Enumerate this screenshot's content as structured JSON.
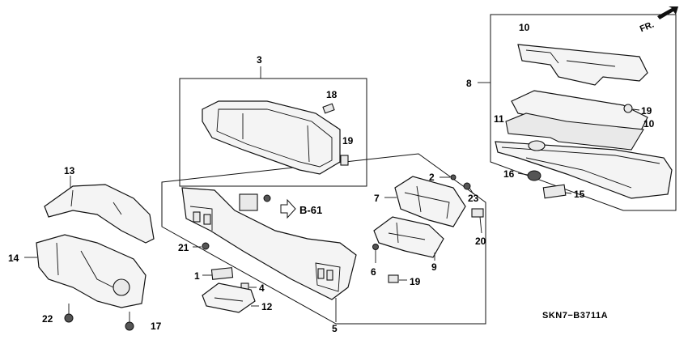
{
  "diagram": {
    "callouts": {
      "c1": "1",
      "c2": "2",
      "c3": "3",
      "c4": "4",
      "c5": "5",
      "c6": "6",
      "c7": "7",
      "c8": "8",
      "c9": "9",
      "c10a": "10",
      "c10b": "10",
      "c11": "11",
      "c12": "12",
      "c13": "13",
      "c14": "14",
      "c15": "15",
      "c16": "16",
      "c17": "17",
      "c18": "18",
      "c19a": "19",
      "c19b": "19",
      "c19c": "19",
      "c20": "20",
      "c21": "21",
      "c22": "22",
      "c23": "23"
    },
    "ref_label": "B-61",
    "direction_label": "FR.",
    "diagram_code": "SKN7−B3711A"
  }
}
